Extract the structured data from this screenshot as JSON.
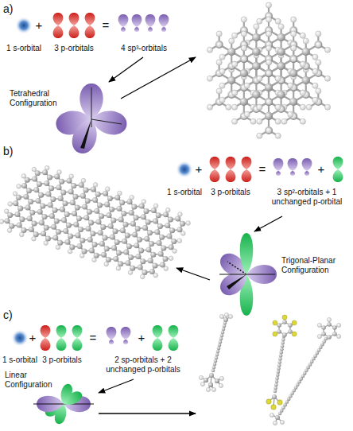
{
  "diagram": {
    "labels": [
      "a)",
      "+",
      "=",
      "1 s-orbital",
      "3 p-orbitals",
      "4 sp³-orbitals",
      "Tetrahedral Configuration",
      "b)",
      "+",
      "=",
      "+",
      "1 s-orbital",
      "3 p-orbitals",
      "3 sp²-orbitals + 1 unchanged p-orbital",
      "Trigonal-Planar Configuration",
      "c)",
      "+",
      "=",
      "+",
      "1 s-orbital",
      "3 p-orbitals",
      "2 sp-orbitals + 2 unchanged p-orbitals",
      "Linear Configuration"
    ]
  }
}
